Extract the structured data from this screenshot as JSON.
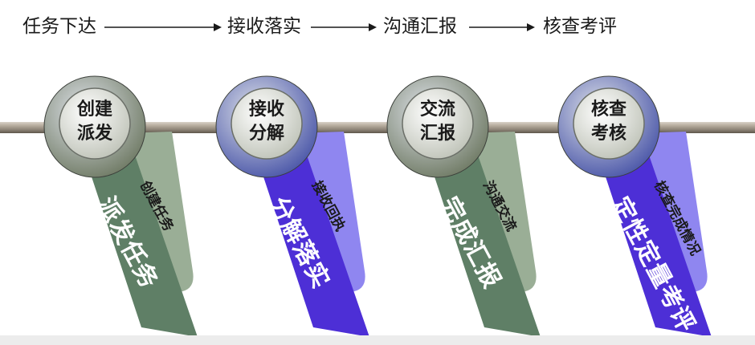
{
  "flow": {
    "steps": [
      "任务下达",
      "接收落实",
      "沟通汇报",
      "核查考评"
    ]
  },
  "stages": [
    {
      "disc_line1": "创建",
      "disc_line2": "派发",
      "inner_ribbon": "创建任务",
      "outer_ribbon": "派发任务",
      "ring_color": "#6f7a64",
      "front_color": "#5f7f66",
      "back_color": "#9aae96"
    },
    {
      "disc_line1": "接收",
      "disc_line2": "分解",
      "inner_ribbon": "接收回执",
      "outer_ribbon": "分解落实",
      "ring_color": "#4a56a8",
      "front_color": "#4d2fd6",
      "back_color": "#8f86f0"
    },
    {
      "disc_line1": "交流",
      "disc_line2": "汇报",
      "inner_ribbon": "沟通交流",
      "outer_ribbon": "完成汇报",
      "ring_color": "#6f7a64",
      "front_color": "#5f7f66",
      "back_color": "#9aae96"
    },
    {
      "disc_line1": "核查",
      "disc_line2": "考核",
      "inner_ribbon": "核查完成情况",
      "outer_ribbon": "定性定量考评",
      "ring_color": "#4a56a8",
      "front_color": "#4d2fd6",
      "back_color": "#8f86f0"
    }
  ]
}
